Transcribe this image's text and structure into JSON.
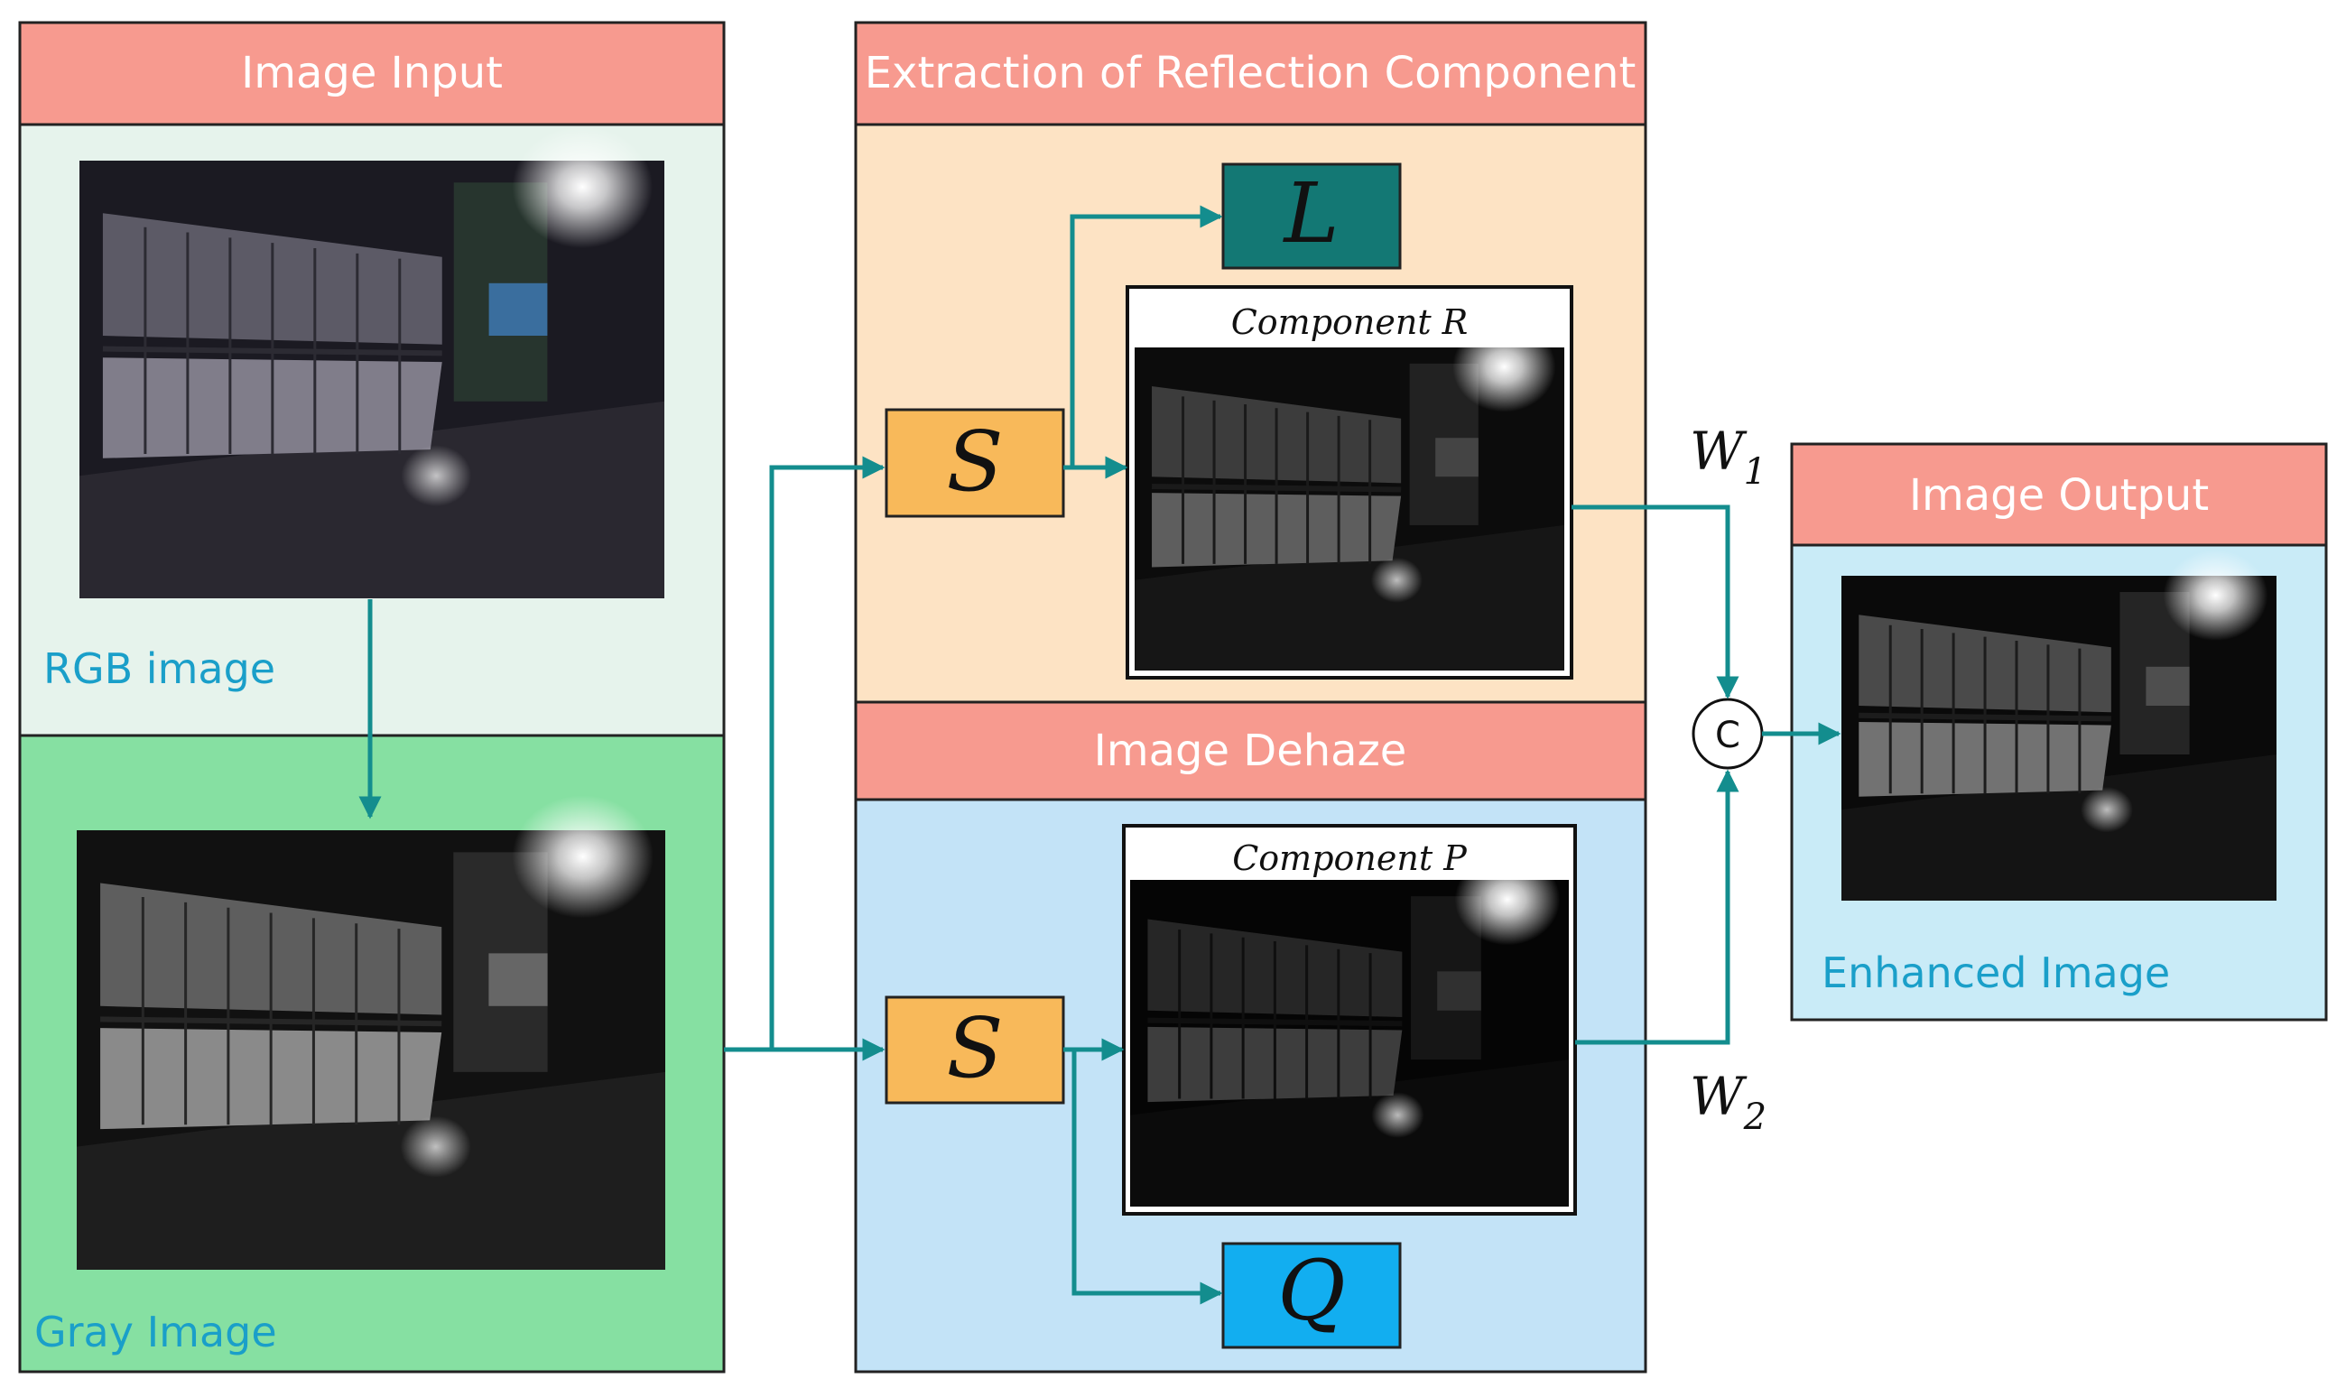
{
  "panels": {
    "image_input": {
      "title": "Image Input"
    },
    "reflection": {
      "title": "Extraction of Reflection Component"
    },
    "dehaze": {
      "title": "Image Dehaze"
    },
    "image_output": {
      "title": "Image Output"
    }
  },
  "captions": {
    "rgb": "RGB image",
    "gray": "Gray Image",
    "enhanced": "Enhanced Image"
  },
  "nodes": {
    "s_top": "S",
    "s_bottom": "S",
    "l": "L",
    "q": "Q",
    "concat": "C"
  },
  "components": {
    "r": "Component R",
    "p": "Component P"
  },
  "weights": {
    "w1": {
      "base": "W",
      "sub": "1"
    },
    "w2": {
      "base": "W",
      "sub": "2"
    }
  },
  "colors": {
    "header": "#f79a8f",
    "input_bg": "#e6f3ec",
    "gray_bg": "#86e0a2",
    "reflection_bg": "#fde3c4",
    "dehaze_bg": "#c3e3f7",
    "output_bg": "#c9ebf7",
    "s_box": "#f8b95a",
    "l_box": "#137874",
    "q_box": "#12aef0",
    "arrow": "#138d8e",
    "caption": "#1a9fc9"
  }
}
